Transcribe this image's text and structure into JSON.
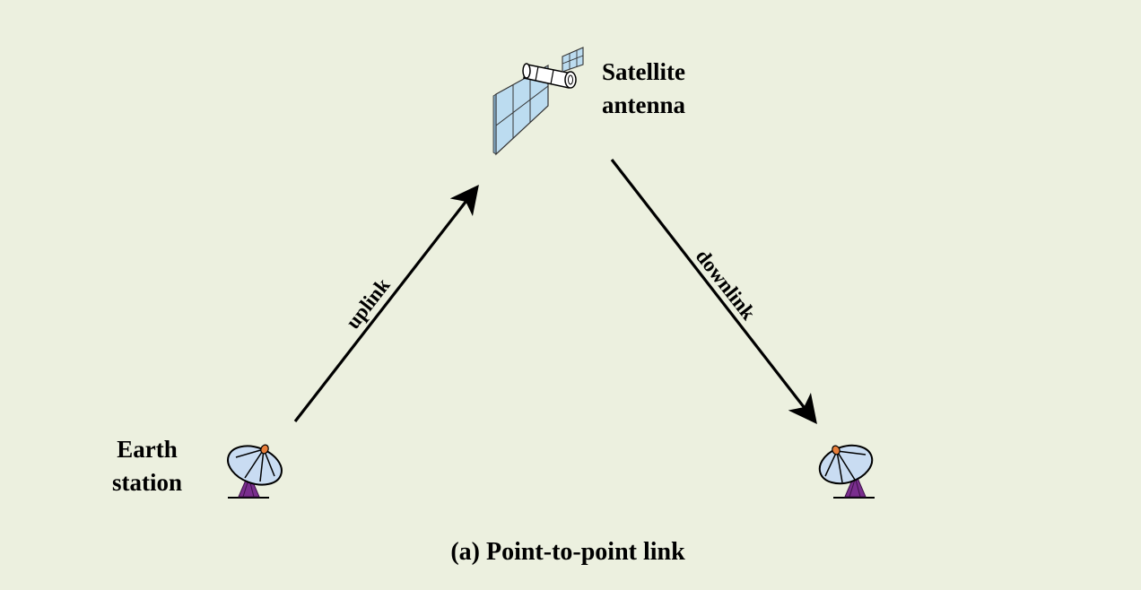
{
  "labels": {
    "satellite_line1": "Satellite",
    "satellite_line2": "antenna",
    "earth_line1": "Earth",
    "earth_line2": "station",
    "uplink": "uplink",
    "downlink": "downlink"
  },
  "caption": "(a) Point-to-point link",
  "colors": {
    "background": "#ecf0df",
    "dish": "#c9dcf2",
    "solar_panel": "#bcdcf0",
    "tripod": "#7a2e8e",
    "feed": "#e87e3a"
  }
}
